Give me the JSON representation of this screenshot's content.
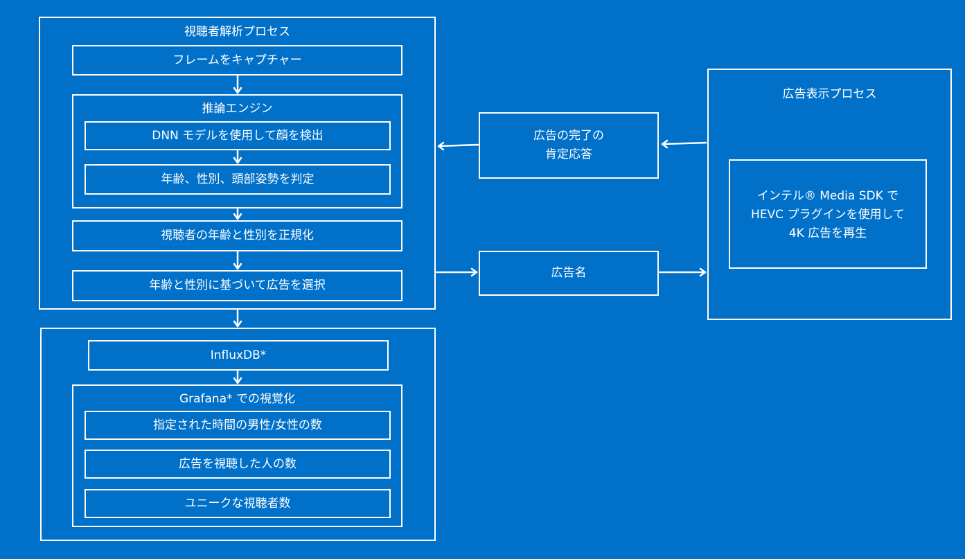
{
  "analysis": {
    "title": "視聴者解析プロセス",
    "capture_frame": "フレームをキャプチャー",
    "inference": {
      "title": "推論エンジン",
      "detect_faces": "DNN モデルを使用して顔を検出",
      "determine": "年齢、性別、頭部姿勢を判定"
    },
    "normalize": "視聴者の年齢と性別を正規化",
    "select_ad": "年齢と性別に基づいて広告を選択"
  },
  "storage": {
    "influxdb": "InfluxDB*",
    "grafana": {
      "title": "Grafana* での視覚化",
      "items": [
        "指定された時間の男性/女性の数",
        "広告を視聴した人の数",
        "ユニークな視聴者数"
      ]
    }
  },
  "messages": {
    "ack_line1": "広告の完了の",
    "ack_line2": "肯定応答",
    "ad_name": "広告名"
  },
  "display": {
    "title": "広告表示プロセス",
    "line1": "インテル® Media SDK で",
    "line2": "HEVC プラグインを使用して",
    "line3": "4K 広告を再生"
  },
  "colors": {
    "background": "#0070C9",
    "foreground": "#FFFFFF"
  }
}
